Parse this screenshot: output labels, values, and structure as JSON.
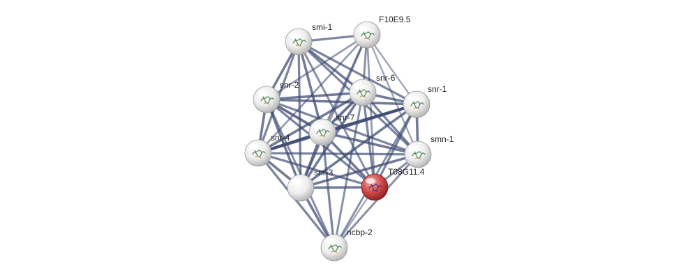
{
  "network": {
    "nodes": [
      {
        "id": "smi-1",
        "label": "smi-1",
        "color": "#f2f2f2",
        "structure": true
      },
      {
        "id": "F10E9.5",
        "label": "F10E9.5",
        "color": "#f2f2f2",
        "structure": true
      },
      {
        "id": "snr-6",
        "label": "snr-6",
        "color": "#f2f2f2",
        "structure": true
      },
      {
        "id": "snr-1",
        "label": "snr-1",
        "color": "#f2f2f2",
        "structure": true
      },
      {
        "id": "snr-2",
        "label": "snr-2",
        "color": "#f2f2f2",
        "structure": true
      },
      {
        "id": "snr-7",
        "label": "snr-7",
        "color": "#f2f2f2",
        "structure": true
      },
      {
        "id": "snr-4",
        "label": "snr-4",
        "color": "#f2f2f2",
        "structure": true
      },
      {
        "id": "smn-1",
        "label": "smn-1",
        "color": "#f2f2f2",
        "structure": true
      },
      {
        "id": "snr-3",
        "label": "snr-3",
        "color": "#f2f2f2",
        "structure": false
      },
      {
        "id": "T08G11.4",
        "label": "T08G11.4",
        "color": "#d64545",
        "structure": true
      },
      {
        "id": "ncbp-2",
        "label": "ncbp-2",
        "color": "#f2f2f2",
        "structure": true
      }
    ],
    "edges": [
      {
        "source": "smi-1",
        "target": "F10E9.5",
        "weight": 0.7
      },
      {
        "source": "smi-1",
        "target": "snr-2",
        "weight": 0.8
      },
      {
        "source": "smi-1",
        "target": "snr-4",
        "weight": 0.7
      },
      {
        "source": "smi-1",
        "target": "snr-6",
        "weight": 0.8
      },
      {
        "source": "smi-1",
        "target": "snr-1",
        "weight": 0.7
      },
      {
        "source": "smi-1",
        "target": "snr-7",
        "weight": 0.8
      },
      {
        "source": "smi-1",
        "target": "smn-1",
        "weight": 0.7
      },
      {
        "source": "smi-1",
        "target": "snr-3",
        "weight": 0.7
      },
      {
        "source": "smi-1",
        "target": "T08G11.4",
        "weight": 0.6
      },
      {
        "source": "F10E9.5",
        "target": "snr-2",
        "weight": 0.5
      },
      {
        "source": "F10E9.5",
        "target": "snr-6",
        "weight": 0.6
      },
      {
        "source": "F10E9.5",
        "target": "snr-1",
        "weight": 0.4
      },
      {
        "source": "F10E9.5",
        "target": "snr-7",
        "weight": 0.6
      },
      {
        "source": "F10E9.5",
        "target": "snr-4",
        "weight": 0.5
      },
      {
        "source": "F10E9.5",
        "target": "smn-1",
        "weight": 0.4
      },
      {
        "source": "F10E9.5",
        "target": "snr-3",
        "weight": 0.5
      },
      {
        "source": "F10E9.5",
        "target": "T08G11.4",
        "weight": 0.5
      },
      {
        "source": "snr-2",
        "target": "snr-6",
        "weight": 0.8
      },
      {
        "source": "snr-2",
        "target": "snr-1",
        "weight": 0.8
      },
      {
        "source": "snr-2",
        "target": "snr-7",
        "weight": 0.9
      },
      {
        "source": "snr-2",
        "target": "snr-4",
        "weight": 0.8
      },
      {
        "source": "snr-2",
        "target": "smn-1",
        "weight": 0.7
      },
      {
        "source": "snr-2",
        "target": "snr-3",
        "weight": 0.8
      },
      {
        "source": "snr-2",
        "target": "T08G11.4",
        "weight": 0.7
      },
      {
        "source": "snr-2",
        "target": "ncbp-2",
        "weight": 0.6
      },
      {
        "source": "snr-6",
        "target": "snr-1",
        "weight": 0.8
      },
      {
        "source": "snr-6",
        "target": "snr-7",
        "weight": 0.9
      },
      {
        "source": "snr-6",
        "target": "snr-4",
        "weight": 0.8
      },
      {
        "source": "snr-6",
        "target": "smn-1",
        "weight": 0.7
      },
      {
        "source": "snr-6",
        "target": "snr-3",
        "weight": 0.8
      },
      {
        "source": "snr-6",
        "target": "T08G11.4",
        "weight": 0.7
      },
      {
        "source": "snr-6",
        "target": "ncbp-2",
        "weight": 0.6
      },
      {
        "source": "snr-1",
        "target": "snr-7",
        "weight": 0.9
      },
      {
        "source": "snr-1",
        "target": "snr-4",
        "weight": 1.0
      },
      {
        "source": "snr-1",
        "target": "smn-1",
        "weight": 0.8
      },
      {
        "source": "snr-1",
        "target": "snr-3",
        "weight": 0.8
      },
      {
        "source": "snr-1",
        "target": "T08G11.4",
        "weight": 0.7
      },
      {
        "source": "snr-1",
        "target": "ncbp-2",
        "weight": 0.6
      },
      {
        "source": "snr-7",
        "target": "snr-4",
        "weight": 0.9
      },
      {
        "source": "snr-7",
        "target": "smn-1",
        "weight": 0.8
      },
      {
        "source": "snr-7",
        "target": "snr-3",
        "weight": 0.9
      },
      {
        "source": "snr-7",
        "target": "T08G11.4",
        "weight": 0.8
      },
      {
        "source": "snr-7",
        "target": "ncbp-2",
        "weight": 0.7
      },
      {
        "source": "snr-4",
        "target": "smn-1",
        "weight": 0.7
      },
      {
        "source": "snr-4",
        "target": "snr-3",
        "weight": 0.8
      },
      {
        "source": "snr-4",
        "target": "T08G11.4",
        "weight": 0.7
      },
      {
        "source": "snr-4",
        "target": "ncbp-2",
        "weight": 0.7
      },
      {
        "source": "smn-1",
        "target": "snr-3",
        "weight": 0.8
      },
      {
        "source": "smn-1",
        "target": "T08G11.4",
        "weight": 0.6
      },
      {
        "source": "smn-1",
        "target": "ncbp-2",
        "weight": 0.6
      },
      {
        "source": "snr-3",
        "target": "T08G11.4",
        "weight": 0.8
      },
      {
        "source": "snr-3",
        "target": "ncbp-2",
        "weight": 0.8
      },
      {
        "source": "T08G11.4",
        "target": "ncbp-2",
        "weight": 0.4
      }
    ],
    "edge_color": "#3d4a72"
  }
}
